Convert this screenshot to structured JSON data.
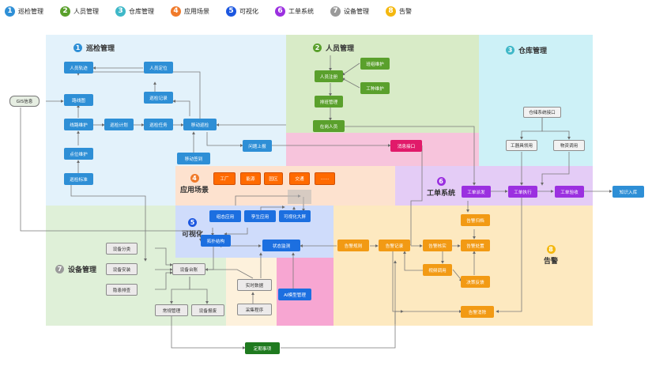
{
  "legend": [
    {
      "num": "1",
      "label": "巡检管理",
      "color": "#2e8fd6"
    },
    {
      "num": "2",
      "label": "人员管理",
      "color": "#5aa02c"
    },
    {
      "num": "3",
      "label": "仓库管理",
      "color": "#3fb8c8"
    },
    {
      "num": "4",
      "label": "应用场景",
      "color": "#f07a2a"
    },
    {
      "num": "5",
      "label": "可视化",
      "color": "#1c57e0"
    },
    {
      "num": "6",
      "label": "工单系统",
      "color": "#9b30e0"
    },
    {
      "num": "7",
      "label": "设备管理",
      "color": "#9a9a9a"
    },
    {
      "num": "8",
      "label": "告警",
      "color": "#f4b810"
    }
  ],
  "zones": {
    "patrol": {
      "num": "1",
      "title": "巡检管理",
      "color": "#2e8fd6"
    },
    "staff": {
      "num": "2",
      "title": "人员管理",
      "color": "#5aa02c"
    },
    "warehouse": {
      "num": "3",
      "title": "仓库管理",
      "color": "#3fb8c8"
    },
    "scene": {
      "num": "4",
      "title": "应用场景",
      "color": "#f07a2a"
    },
    "visual": {
      "num": "5",
      "title": "可视化",
      "color": "#1c57e0"
    },
    "workorder": {
      "num": "6",
      "title": "工单系统",
      "color": "#9b30e0"
    },
    "device": {
      "num": "7",
      "title": "设备管理",
      "color": "#9a9a9a"
    },
    "alarm": {
      "num": "8",
      "title": "告警",
      "color": "#f4b810"
    }
  },
  "nodes": {
    "gis": "GIS信息",
    "renyuan_guiji": "人员轨迹",
    "renyuan_dingwei": "人员定位",
    "luxian_tu": "路线图",
    "xunjian_jilu": "巡检记录",
    "xianlu_weihu": "线路维护",
    "xunjian_jihua": "巡检计划",
    "xunjian_renwu": "巡检任务",
    "yidong_xunjian": "移动巡检",
    "dianwei_weihu": "点位维护",
    "yidong_qiandao": "移动签到",
    "wenti_shangbao": "问题上报",
    "xunjian_biaozhun": "巡检标准",
    "renyuan_zhuce": "人员注册",
    "zhengxing_weihu": "班组维护",
    "gongzhong_weihu": "工种维护",
    "paiban_guanli": "排班管理",
    "zaigang_renyuan": "在岗人员",
    "xiaoxi_jiekou": "消息接口",
    "cangchu_jiekou": "仓储系统接口",
    "gongju_lingyong": "工器具领用",
    "wuzi_diaoyong": "物资调用",
    "scene_gongchang": "工厂",
    "scene_yuanqu1": "能源",
    "scene_yuanqu2": "园区",
    "scene_jiaotong": "交通",
    "scene_more": "……",
    "gongdan_paifa": "工单派发",
    "gongdan_zhixing": "工单执行",
    "gongdan_yanshou": "工单验收",
    "zhishi_ruku": "知识入库",
    "zutai_yingyong": "组态应用",
    "luanshen_yingyong": "孪生应用",
    "keshihua_daping": "可视化大屏",
    "tuopu_jiegou": "拓扑结构",
    "zhuangtai_jiance": "状态监测",
    "shebei_fenlei": "设备分类",
    "shebei_anzhuang": "设备安装",
    "shebei_taizhang": "设备台账",
    "yinhuan_paicha": "隐患排查",
    "shishi_shuju": "实时数据",
    "caiji_chengxu": "采集程序",
    "changgui_guanli": "常规管理",
    "shebei_shengji": "设备报废",
    "ai_moxing": "AI模型管理",
    "dingqi_shixiang": "定期事项",
    "gaojing_guize": "告警规则",
    "gaojing_jilu": "告警记录",
    "gaojing_hecha": "告警核实",
    "gaojing_guandi": "告警归档",
    "gaojing_chuzhi": "告警处置",
    "shipin_diaoyong": "视频调用",
    "juece_fankui": "决策反馈",
    "gaojing_xiaochu": "告警消除"
  }
}
